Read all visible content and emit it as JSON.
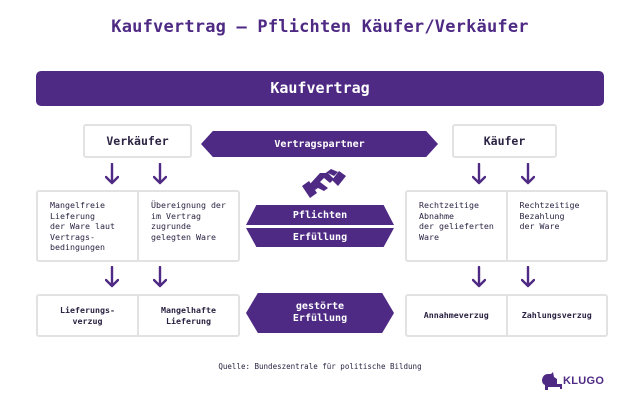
{
  "title": "Kaufvertrag – Pflichten Käufer/Verkäufer",
  "banner": "Kaufvertrag",
  "seller": "Verkäufer",
  "buyer": "Käufer",
  "center": {
    "partner": "Vertragspartner",
    "duties": "Pflichten",
    "fulfillment": "Erfüllung",
    "disturbed": "gestörte\nErfüllung"
  },
  "seller_duties": [
    "Mangelfreie\nLieferung\nder Ware laut\nVertrags-\nbedingungen",
    "Übereignung der\nim Vertrag\nzugrunde\ngelegten Ware"
  ],
  "buyer_duties": [
    "Rechtzeitige\nAbnahme\nder gelieferten\nWare",
    "Rechtzeitige\nBezahlung\nder Ware"
  ],
  "seller_breaches": [
    "Lieferungs-\nverzug",
    "Mangelhafte\nLieferung"
  ],
  "buyer_breaches": [
    "Annahmeverzug",
    "Zahlungsverzug"
  ],
  "source": "Quelle: Bundeszentrale für politische Bildung",
  "logo": "KLUGO",
  "colors": {
    "accent": "#4e2a84",
    "border": "#e2e2e2"
  }
}
